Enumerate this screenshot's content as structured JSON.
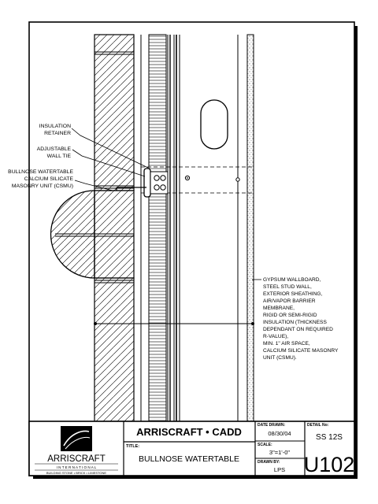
{
  "callouts_left": {
    "insulation_retainer": [
      "INSULATION",
      "RETAINER"
    ],
    "adjustable_wall_tie": [
      "ADJUSTABLE",
      "WALL TIE"
    ],
    "bullnose_unit": [
      "BULLNOSE WATERTABLE",
      "CALCIUM SILICATE",
      "MASONRY UNIT (CSMU)"
    ]
  },
  "callout_right": [
    "GYPSUM WALLBOARD,",
    "STEEL STUD WALL,",
    "EXTERIOR SHEATHING,",
    "AIR/VAPOR BARRIER",
    "MEMBRANE,",
    "RIGID OR SEMI-RIGID",
    "INSULATION (THICKNESS",
    "DEPENDANT ON REQUIRED",
    "R-VALUE),",
    "MIN. 1\" AIR SPACE,",
    "CALCIUM SILICATE MASONRY",
    "UNIT (CSMU)."
  ],
  "title_block": {
    "company": "ARRISCRAFT • CADD",
    "logo_name": "ARRISCRAFT",
    "logo_sub": "I N T E R N A T I O N A L",
    "logo_tagline": "BUILDING STONE • BRICK • LIMESTONE",
    "title_label": "TITLE:",
    "title_value": "BULLNOSE WATERTABLE",
    "date_label": "DATE DRAWN:",
    "date_value": "08/30/04",
    "scale_label": "SCALE:",
    "scale_value": "3\"=1'-0\"",
    "drawn_by_label": "DRAWN BY:",
    "drawn_by_value": "LPS",
    "detail_label": "DETAIL No:",
    "detail_sub": "SS 12S",
    "detail_number": "U102"
  }
}
